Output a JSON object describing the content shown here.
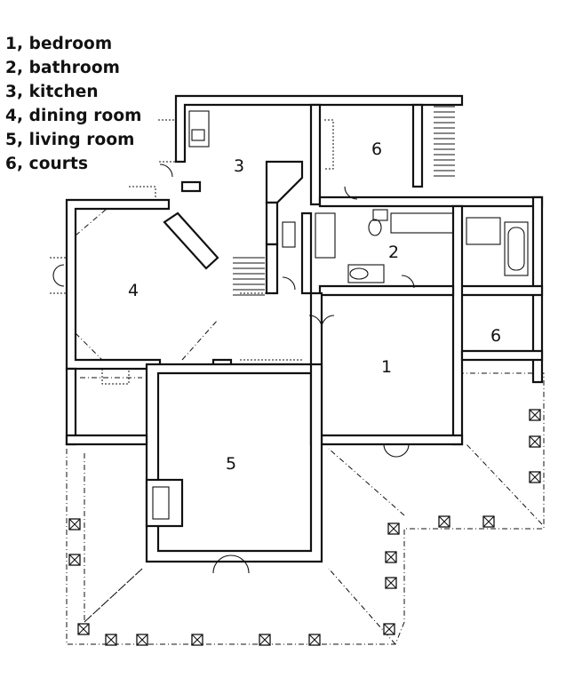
{
  "legend": [
    {
      "number": "1",
      "label": "bedroom"
    },
    {
      "number": "2",
      "label": "bathroom"
    },
    {
      "number": "3",
      "label": "kitchen"
    },
    {
      "number": "4",
      "label": "dining room"
    },
    {
      "number": "5",
      "label": "living room"
    },
    {
      "number": "6",
      "label": "courts"
    }
  ],
  "room_labels": [
    "6",
    "3",
    "4",
    "2",
    "6",
    "1",
    "5"
  ]
}
